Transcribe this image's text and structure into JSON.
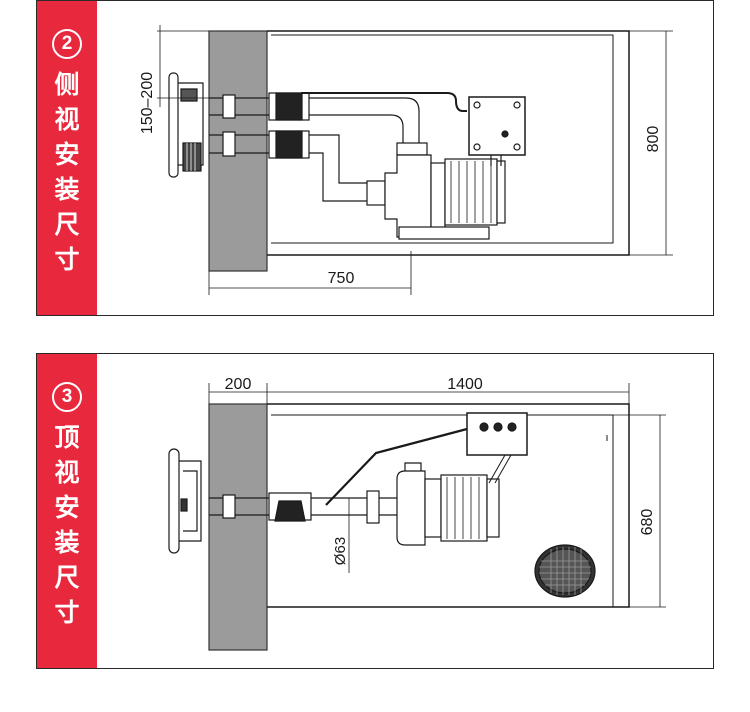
{
  "side_view": {
    "number": "2",
    "title_chars": [
      "侧",
      "视",
      "安",
      "装",
      "尺",
      "寸"
    ],
    "dims": {
      "depth_range": "150–200",
      "height": "800",
      "length": "750"
    }
  },
  "top_view": {
    "number": "3",
    "title_chars": [
      "顶",
      "视",
      "安",
      "装",
      "尺",
      "寸"
    ],
    "dims": {
      "wall": "200",
      "length": "1400",
      "width": "680",
      "pipe": "Ø63"
    }
  },
  "colors": {
    "accent": "#e8283c",
    "wall": "#9b9b9b",
    "line": "#1a1a1a"
  }
}
